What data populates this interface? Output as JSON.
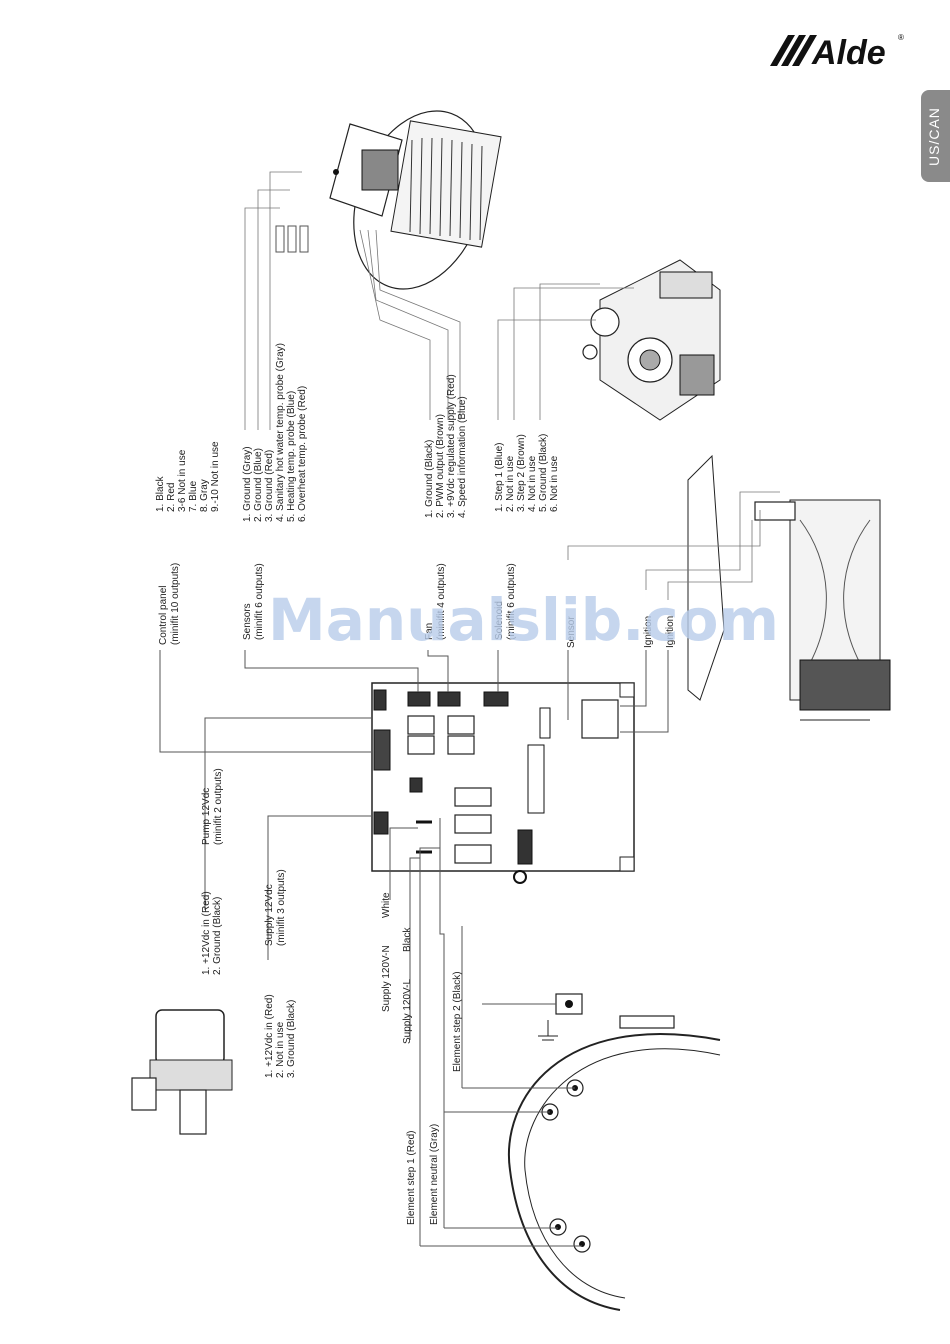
{
  "brand": {
    "logo_text": "Alde",
    "registered": "®",
    "region_tab": "US/CAN"
  },
  "watermark": "Manualslib.com",
  "labels": {
    "control_panel": {
      "title": "Control panel",
      "sub": "(minifit 10 outputs)",
      "pins": [
        "1. Black",
        "2. Red",
        "3-6 Not in use",
        "7. Blue",
        "8. Gray",
        "9.-10 Not in use"
      ]
    },
    "sensors": {
      "title": "Sensors",
      "sub": "(minifit 6 outputs)",
      "pins": [
        "1. Ground (Gray)",
        "2. Ground (Blue)",
        "3. Ground (Red)",
        "4. Sanitary hot water temp. probe (Gray)",
        "5. Heating temp. probe (Blue)",
        "6. Overheat temp. probe (Red)"
      ]
    },
    "fan": {
      "title": "Fan",
      "sub": "(minifit 4 outputs)",
      "pins": [
        "1. Ground (Black)",
        "2. PWM output (Brown)",
        "3. +9Vdc regulated supply (Red)",
        "4. Speed information (Blue)"
      ]
    },
    "solenoid": {
      "title": "Solenoid",
      "sub": "(minifit 6 outputs)",
      "pins": [
        "1. Step 1 (Blue)",
        "2. Not in use",
        "3. Step 2 (Brown)",
        "4. Not in use",
        "5. Ground (Black)",
        "6. Not in use"
      ]
    },
    "sensor": "Sensor",
    "ignition1": "Ignition",
    "ignition2": "Ignition",
    "pump": {
      "title": "Pump 12Vdc",
      "sub": "(minifit 2 outputs)",
      "pins": [
        "1. +12Vdc in (Red)",
        "2. Ground (Black)"
      ]
    },
    "supply": {
      "title": "Supply 12Vdc",
      "sub": "(minifit 3 outputs)",
      "pins": [
        "1. +12Vdc in (Red)",
        "2. Not in use",
        "3. Ground (Black)"
      ]
    },
    "supply_n": "Supply 120V-N",
    "supply_n_color": "White",
    "supply_l": "Supply 120V-L",
    "supply_l_color": "Black",
    "element_step2": "Element step 2 (Black)",
    "element_neutral": "Element neutral (Gray)",
    "element_step1": "Element step 1 (Red)"
  },
  "colors": {
    "tab_bg": "#8a8a8a",
    "watermark": "#b9cdea",
    "wire": "#555555"
  }
}
